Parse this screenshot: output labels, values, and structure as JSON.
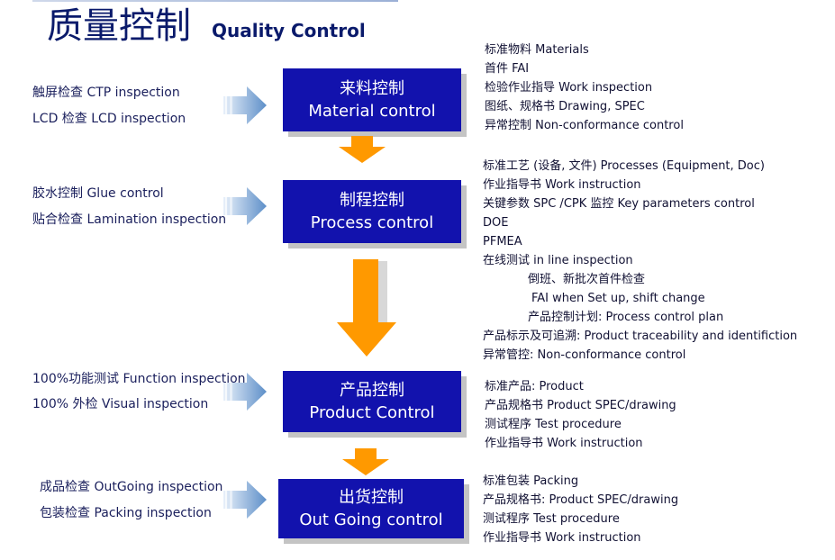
{
  "title": {
    "cn": "质量控制",
    "en": "Quality Control"
  },
  "stages": [
    {
      "cn": "来料控制",
      "en": "Material control",
      "left": [
        "触屏检查 CTP inspection",
        "LCD   检查 LCD inspection"
      ],
      "right": [
        "标准物料 Materials",
        "首件 FAI",
        "检验作业指导 Work inspection",
        "图纸、规格书 Drawing, SPEC",
        "异常控制 Non-conformance control"
      ]
    },
    {
      "cn": "制程控制",
      "en": "Process control",
      "left": [
        "胶水控制 Glue control",
        "贴合检查 Lamination inspection"
      ],
      "right": [
        "标准工艺 (设备, 文件) Processes (Equipment, Doc)",
        "作业指导书  Work instruction",
        "关键参数 SPC /CPK 监控 Key parameters control",
        "DOE",
        "PFMEA",
        "在线测试 in line inspection",
        "倒班、新批次首件检查",
        "FAI when Set up, shift change",
        "产品控制计划: Process control plan",
        "产品标示及可追溯: Product traceability and identifiction",
        "异常管控: Non-conformance control"
      ]
    },
    {
      "cn": "产品控制",
      "en": "Product Control",
      "left": [
        "100%功能测试  Function inspection",
        "100% 外检         Visual inspection"
      ],
      "right": [
        "标准产品: Product",
        "产品规格书 Product SPEC/drawing",
        "测试程序 Test procedure",
        "作业指导书 Work instruction"
      ]
    },
    {
      "cn": "出货控制",
      "en": "Out Going control",
      "left": [
        "成品检查  OutGoing inspection",
        "包装检查  Packing inspection"
      ],
      "right": [
        "标准包装 Packing",
        "产品规格书: Product SPEC/drawing",
        "测试程序 Test procedure",
        "作业指导书 Work instruction"
      ]
    }
  ],
  "colors": {
    "box": "#1212ad",
    "arrow_orange": "#ff9900",
    "arrow_blue": "#6f9fd0"
  },
  "icons": [
    "blue-right-arrow-icon",
    "orange-down-arrow-icon"
  ]
}
